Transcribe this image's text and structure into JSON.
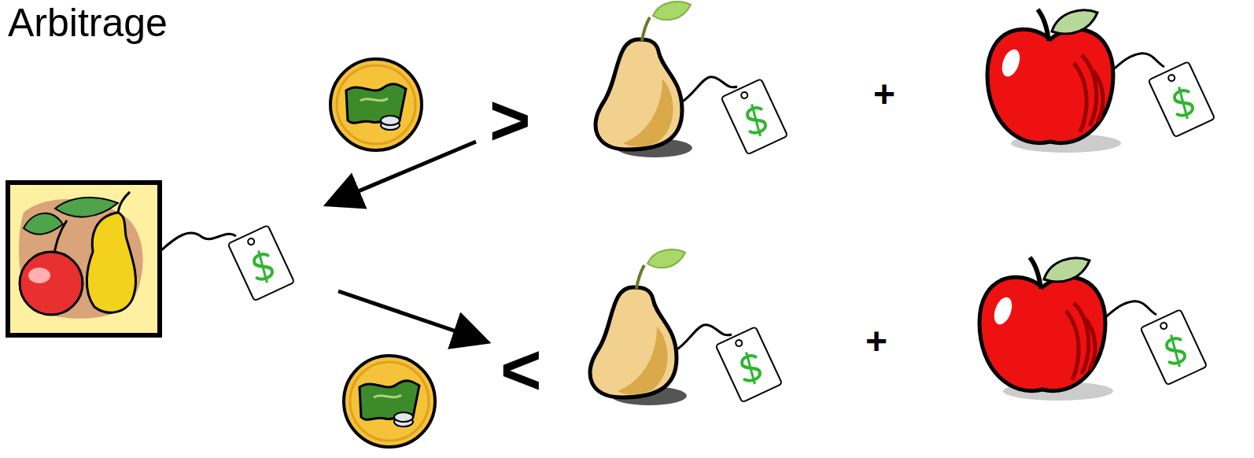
{
  "diagram": {
    "title": "Arbitrage",
    "labels": [
      ">",
      "+",
      "<",
      "+"
    ]
  }
}
